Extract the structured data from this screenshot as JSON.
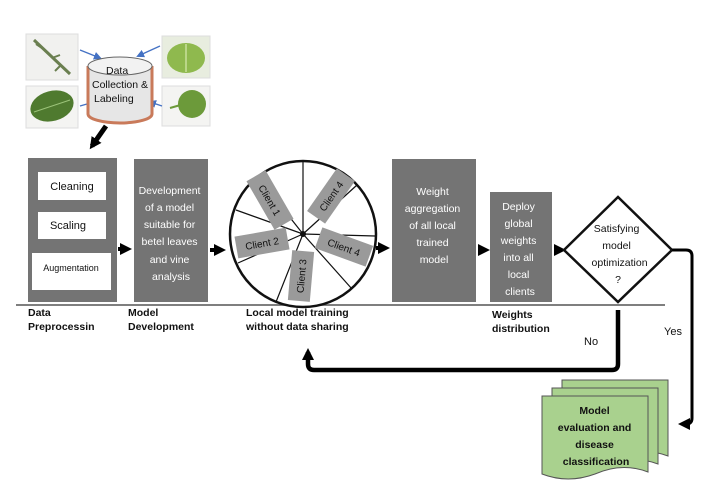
{
  "data_source": {
    "lines": [
      "Data",
      "Collection &",
      "Labeling"
    ]
  },
  "preprocessing": {
    "steps": [
      "Cleaning",
      "Scaling",
      "Augmentation"
    ],
    "caption": [
      "Data",
      "Preprocessin"
    ]
  },
  "model_dev": {
    "text": [
      "Development",
      "of a model",
      "suitable for",
      "betel leaves",
      "and vine",
      "analysis"
    ],
    "caption": [
      "Model",
      "Development"
    ]
  },
  "training": {
    "clients": [
      "Client 1",
      "Client 4",
      "Client 2",
      "Client 4",
      "Client 3"
    ],
    "caption": [
      "Local model training",
      "without data sharing"
    ]
  },
  "aggregation": {
    "text": [
      "Weight",
      "aggregation",
      "of all local",
      "trained",
      "model"
    ]
  },
  "deploy": {
    "text": [
      "Deploy",
      "global",
      "weights",
      "into all",
      "local",
      "clients"
    ],
    "caption": [
      "Weights",
      "distribution"
    ]
  },
  "decision": {
    "text": [
      "Satisfying",
      "model",
      "optimization",
      "?"
    ],
    "no": "No",
    "yes": "Yes"
  },
  "evaluation": {
    "text": [
      "Model",
      "evaluation and",
      "disease",
      "classification"
    ]
  },
  "colors": {
    "box": "#747474",
    "green": "#a9d18e",
    "leaf": "#5e8a3a"
  }
}
